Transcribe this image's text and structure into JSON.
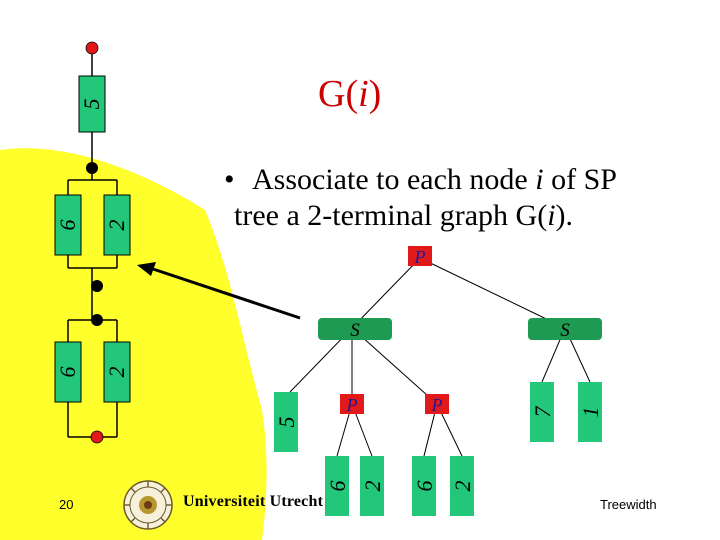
{
  "slide": {
    "title_prefix": "G(",
    "title_var": "i",
    "title_suffix": ")",
    "bullet_symbol": "•",
    "bullet_line1_a": "Associate to each node ",
    "bullet_line1_var": "i",
    "bullet_line1_b": " of SP",
    "bullet_line2_a": "tree a 2-terminal graph G(",
    "bullet_line2_var": "i",
    "bullet_line2_b": ").",
    "page_number": "20",
    "university": "Universiteit Utrecht",
    "footer_label": "Treewidth"
  },
  "graph": {
    "edge_top": "5",
    "edge_mid_left": "6",
    "edge_mid_right": "2",
    "edge_bot_left": "6",
    "edge_bot_right": "2"
  },
  "tree": {
    "root": "P",
    "s_left": "S",
    "s_right": "S",
    "p_left": "P",
    "p_right": "P",
    "leaf_5": "5",
    "leaf_6a": "6",
    "leaf_2a": "2",
    "leaf_6b": "6",
    "leaf_2b": "2",
    "leaf_7": "7",
    "leaf_1": "1"
  },
  "colors": {
    "background": "#ffffff",
    "yellow_region": "#ffff2b",
    "edge_box": "#22c77a",
    "terminal": "#e11919",
    "inner_vertex": "#000000",
    "title": "#cc0000",
    "node_fill": "#e11919",
    "s_node_fill": "#1f9a52"
  }
}
